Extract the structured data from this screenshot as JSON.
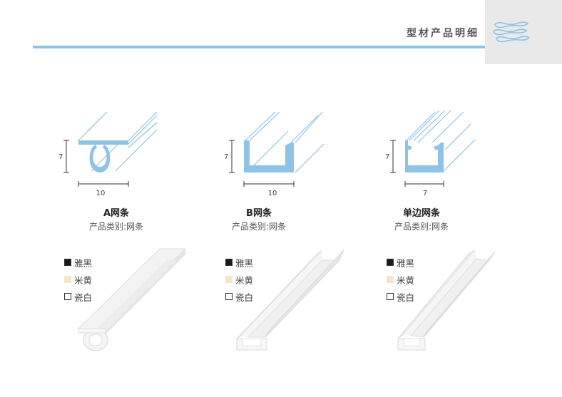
{
  "header": {
    "title": "型材产品明细",
    "accent_color": "#8ec3e6"
  },
  "products": [
    {
      "name": "A网条",
      "category": "产品类别:网条",
      "dims": {
        "height": "7",
        "width": "10"
      }
    },
    {
      "name": "B网条",
      "category": "产品类别:网条",
      "dims": {
        "height": "7",
        "width": "10"
      }
    },
    {
      "name": "单边网条",
      "category": "产品类别:网条",
      "dims": {
        "height": "7",
        "width": "7"
      }
    }
  ],
  "colors": [
    {
      "label": "雅黑",
      "hex": "#1a1a1a"
    },
    {
      "label": "米黄",
      "hex": "#f5e6c8"
    },
    {
      "label": "瓷白",
      "hex": "#ffffff"
    }
  ]
}
